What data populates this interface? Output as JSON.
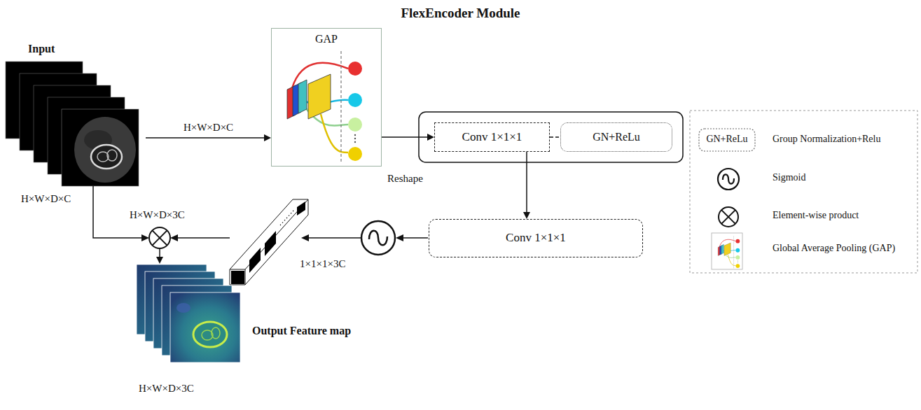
{
  "diagram": {
    "title": "FlexEncoder Module",
    "nodes": [
      {
        "text": [
          "Input"
        ]
      },
      {
        "text": [
          "GAP"
        ]
      },
      {
        "text": [
          "Conv 1×1×1"
        ]
      },
      {
        "text": [
          "GN+ReLu"
        ]
      },
      {
        "text": [
          "Conv 1×1×1"
        ]
      },
      {
        "text": [
          "Output Feature map"
        ]
      }
    ],
    "edges": [
      {
        "from": 0,
        "to": 1,
        "arrow": "to",
        "label": "H×W×D×C"
      },
      {
        "from": 1,
        "to": 2,
        "arrow": "to",
        "label": "Reshape"
      },
      {
        "from": 2,
        "to": 3,
        "arrow": "none"
      },
      {
        "from": 2,
        "to": 4,
        "arrow": "to"
      }
    ],
    "labels": [
      "H×W×D×C",
      "H×W×D×3C",
      "1×1×1×3C",
      "H×W×D×3C",
      "GN+ReLu"
    ],
    "legend": [
      {
        "text": "Group Normalization+Relu"
      },
      {
        "text": "Sigmoid"
      },
      {
        "text": "Element-wise product"
      },
      {
        "text": "Global Average Pooling (GAP)"
      }
    ]
  }
}
